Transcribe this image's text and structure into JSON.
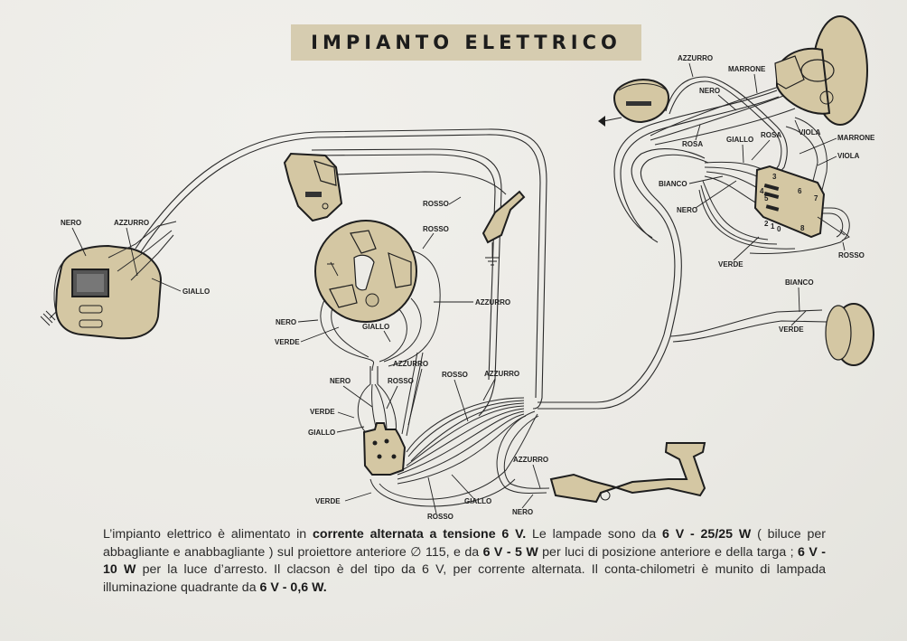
{
  "title": "IMPIANTO ELETTRICO",
  "colors": {
    "component_fill": "#d4c7a3",
    "title_band": "#d6ccb0",
    "paper": "#ecebe6",
    "ink": "#1e1e1e"
  },
  "labels": {
    "tail_nero": "NERO",
    "tail_azzurro": "AZZURRO",
    "tail_giallo": "GIALLO",
    "coil_rosso": "ROSSO",
    "stator_rosso": "ROSSO",
    "stator_azzurro": "AZZURRO",
    "stator_nero": "NERO",
    "stator_verde": "VERDE",
    "stator_giallo": "GIALLO",
    "junction_azzurro_top": "AZZURRO",
    "junction_nero": "NERO",
    "junction_rosso_top": "ROSSO",
    "junction_verde": "VERDE",
    "junction_giallo": "GIALLO",
    "harness_rosso": "ROSSO",
    "harness_azzurro": "AZZURRO",
    "junction_verde_bottom": "VERDE",
    "harness_giallo_bottom": "GIALLO",
    "harness_rosso_bottom": "ROSSO",
    "brake_azzurro": "AZZURRO",
    "brake_nero": "NERO",
    "head_azzurro": "AZZURRO",
    "head_marrone": "MARRONE",
    "head_nero": "NERO",
    "head_rosa": "ROSA",
    "head_giallo": "GIALLO",
    "head_rosa2": "ROSA",
    "head_viola": "VIOLA",
    "switch_marrone": "MARRONE",
    "switch_viola": "VIOLA",
    "switch_bianco": "BIANCO",
    "switch_nero": "NERO",
    "switch_verde": "VERDE",
    "switch_rosso": "ROSSO",
    "horn_bianco": "BIANCO",
    "horn_verde": "VERDE",
    "switch_pos_2": "2",
    "switch_pos_1": "1",
    "switch_pos_0": "0",
    "switch_term_3": "3",
    "switch_term_4": "4",
    "switch_term_5": "5",
    "switch_term_6": "6",
    "switch_term_7": "7",
    "switch_term_8": "8"
  },
  "caption": {
    "p1": "L’impianto elettrico è alimentato in ",
    "b1": "corrente alternata a tensione 6 V.",
    "p2": " Le lampade sono da ",
    "b2": "6 V - 25/25 W",
    "p3": " ( biluce per abbagliante e anabbagliante ) sul proiettore anteriore ∅ 115, e da ",
    "b3": "6 V - 5 W",
    "p4": " per luci di posizione anteriore e della targa ; ",
    "b4": "6 V - 10 W",
    "p5": " per la luce d’arresto. Il clacson è del tipo da 6 V, per corrente alternata. Il conta-chilometri è munito di lampada illuminazione quadrante da ",
    "b5": "6 V - 0,6 W."
  }
}
